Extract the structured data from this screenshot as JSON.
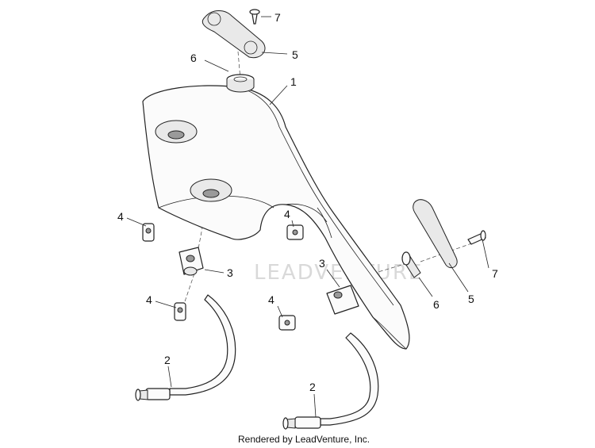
{
  "watermark": "LEADVENTURE",
  "credit": "Rendered by LeadVenture, Inc.",
  "callouts": {
    "windshield": "1",
    "hose_left": "2",
    "hose_right": "2",
    "clamp_left": "3",
    "clamp_right": "3",
    "clip_left_top": "4",
    "clip_left_bottom": "4",
    "clip_center_top": "4",
    "clip_center_bottom": "4",
    "washer_top": "5",
    "washer_right": "5",
    "grommet_top": "6",
    "grommet_right": "6",
    "screw_top": "7",
    "screw_right": "7"
  }
}
